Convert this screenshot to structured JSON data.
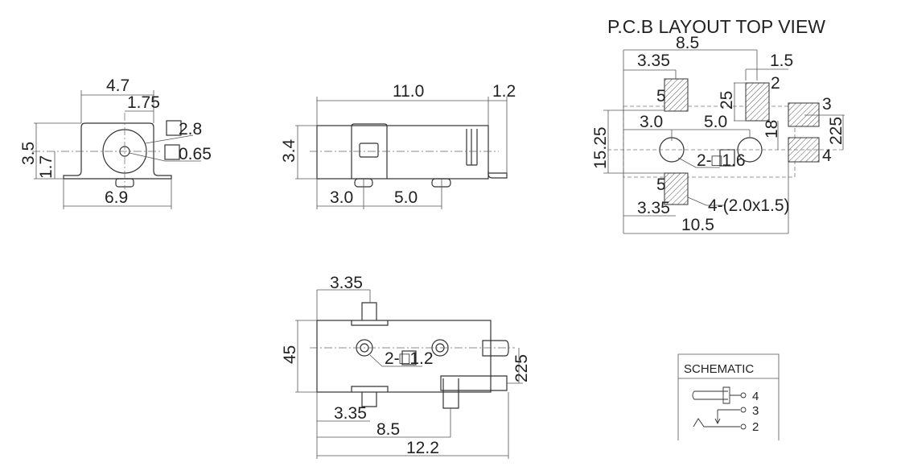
{
  "front_view": {
    "d_width_top": "4.7",
    "d_offset": "1.75",
    "d_height": "3.5",
    "d_center_height": "1.7",
    "d_width_total": "6.9",
    "d_outer_dia": "2.8",
    "d_pin_dia": "0.65"
  },
  "side_view": {
    "d_length": "11.0",
    "d_tab": "1.2",
    "d_height": "3.4",
    "d_pin1": "3.0",
    "d_pin2": "5.0"
  },
  "pcb_layout": {
    "title": "P.C.B LAYOUT  TOP VIEW",
    "d_overall": "8.5",
    "d_pad5_offset_top": "3.35",
    "d_pad_width": "1.5",
    "d_pad2_height": "25",
    "d_hole1": "3.0",
    "d_hole2": "5.0",
    "d_spacing_18": "18",
    "d_pad34": "225",
    "d_height": "15.25",
    "hole_note": "2-□1.6",
    "pad_note": "4-(2.0x1.5)",
    "d_pad5_offset_bottom": "3.35",
    "d_total": "10.5",
    "pin_labels": [
      "5",
      "2",
      "3",
      "4",
      "5"
    ]
  },
  "bottom_view": {
    "d_top_tab": "3.35",
    "d_height": "45",
    "hole_note": "2-□1.2",
    "d_side": "225",
    "d_bottom_tab": "3.35",
    "d_pin": "8.5",
    "d_total": "12.2"
  },
  "schematic": {
    "title": "SCHEMATIC",
    "pins": [
      "4",
      "3",
      "2"
    ]
  }
}
